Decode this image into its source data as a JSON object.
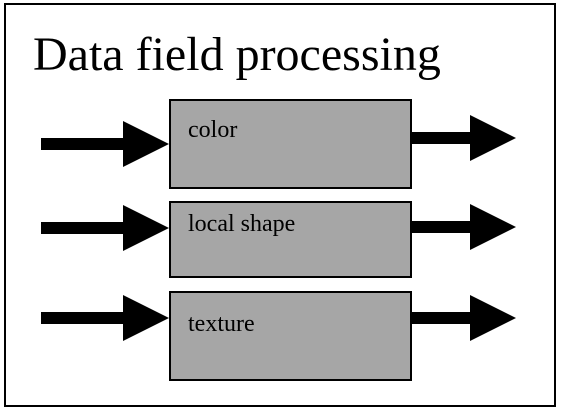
{
  "slide": {
    "title": "Data field processing"
  },
  "processes": [
    {
      "label": "color"
    },
    {
      "label": "local shape"
    },
    {
      "label": "texture"
    }
  ],
  "colors": {
    "box_fill": "#a6a6a6",
    "arrow": "#000000",
    "border": "#000000"
  },
  "icons": {
    "input_arrow": "arrow-right-icon",
    "output_arrow": "arrow-right-icon"
  }
}
